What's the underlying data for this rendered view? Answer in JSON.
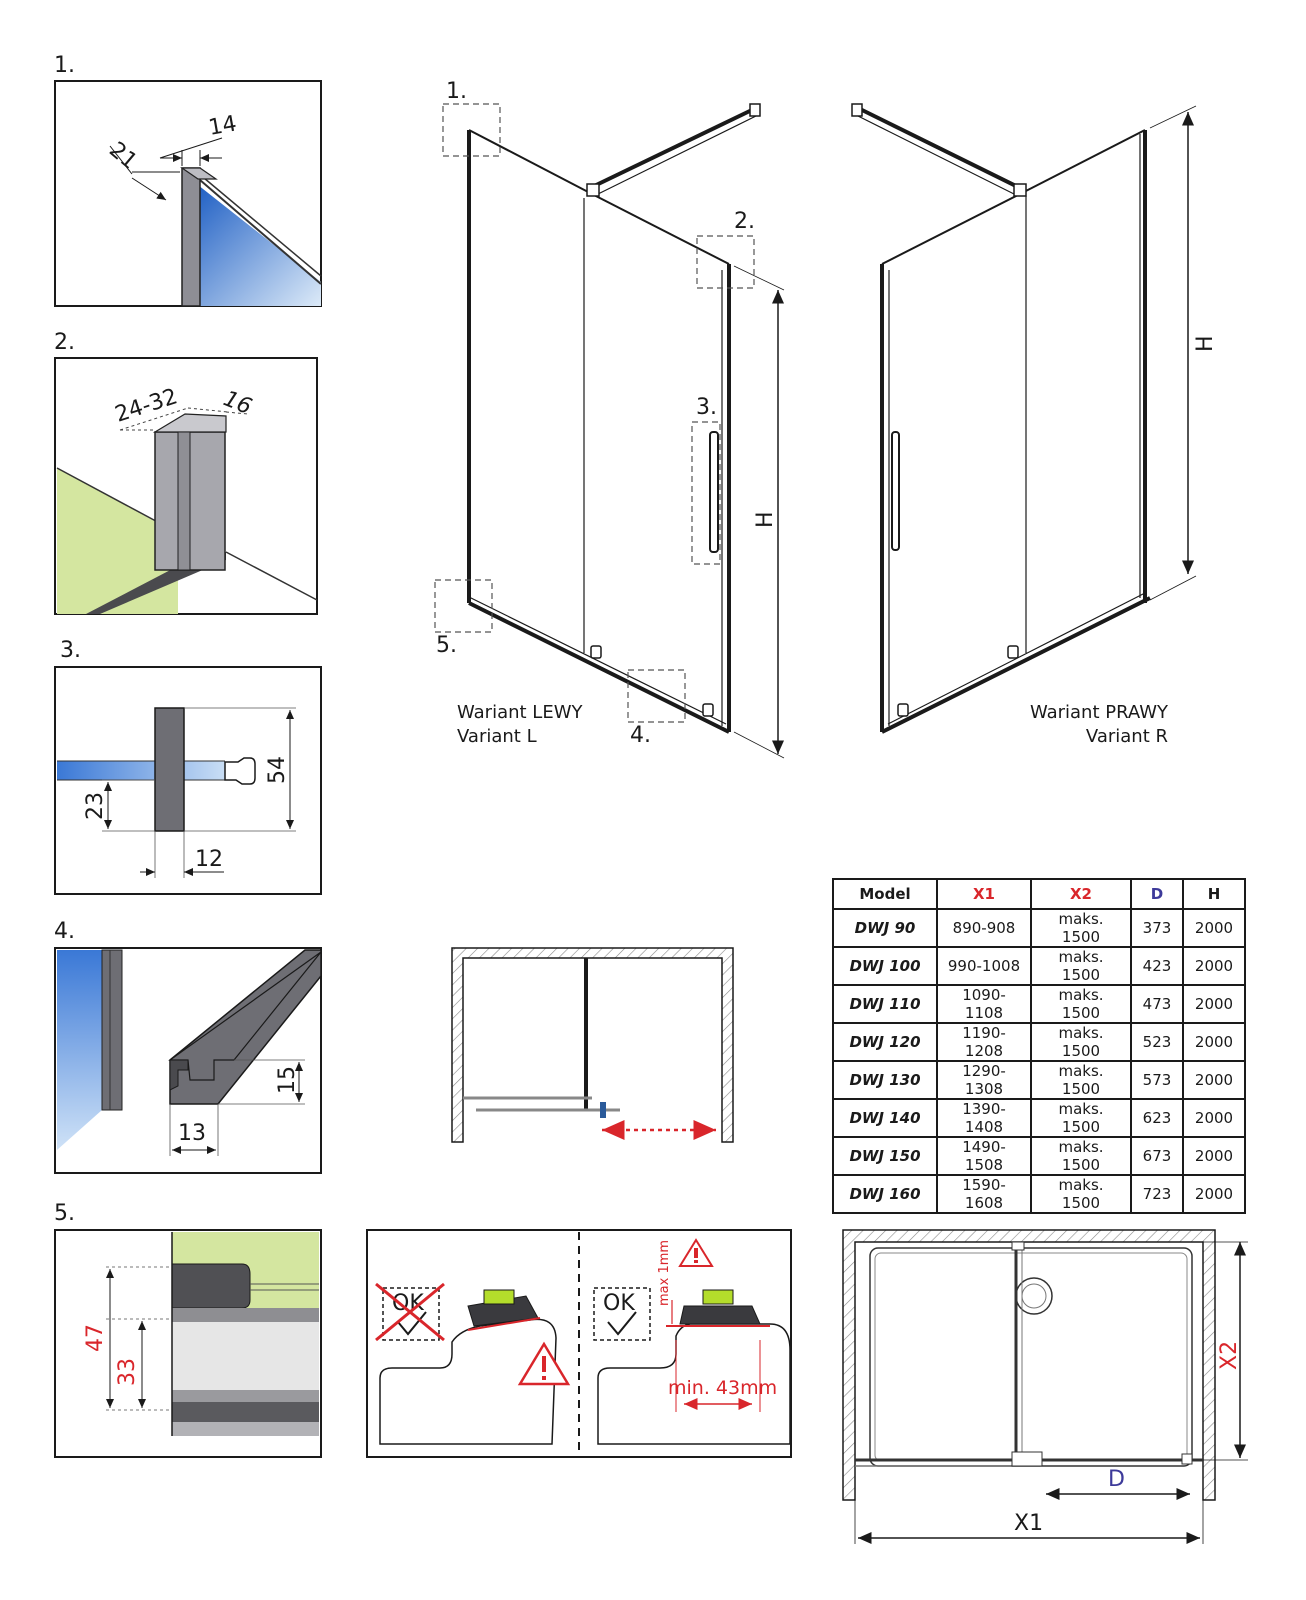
{
  "details": {
    "d1": {
      "label": "1.",
      "dim_a": "14",
      "dim_b": "21"
    },
    "d2": {
      "label": "2.",
      "dim_a": "24-32",
      "dim_b": "16"
    },
    "d3": {
      "label": "3.",
      "dim_a": "54",
      "dim_b": "23",
      "dim_c": "12"
    },
    "d4": {
      "label": "4.",
      "dim_a": "15",
      "dim_b": "13"
    },
    "d5": {
      "label": "5.",
      "dim_a": "47",
      "dim_b": "33"
    }
  },
  "main_drawing": {
    "callouts": [
      "1.",
      "2.",
      "3.",
      "4.",
      "5."
    ],
    "height_label": "H",
    "variant_left_line1": "Wariant LEWY",
    "variant_left_line2": "Variant L",
    "variant_right_line1": "Wariant PRAWY",
    "variant_right_line2": "Variant R"
  },
  "level_panel": {
    "bad_label": "OK",
    "good_label": "OK",
    "max_label": "max 1mm",
    "min_label": "min. 43mm"
  },
  "plan": {
    "x1": "X1",
    "x2": "X2",
    "d": "D"
  },
  "colors": {
    "red": "#d9262b",
    "blue": "#3d3a9a",
    "glass": "#2f6fd0",
    "wall": "#d4e6a0",
    "level": "#b4dd2b"
  },
  "table": {
    "headers": [
      "Model",
      "X1",
      "X2",
      "D",
      "H"
    ],
    "rows": [
      [
        "DWJ 90",
        "890-908",
        "maks. 1500",
        "373",
        "2000"
      ],
      [
        "DWJ 100",
        "990-1008",
        "maks. 1500",
        "423",
        "2000"
      ],
      [
        "DWJ 110",
        "1090-1108",
        "maks. 1500",
        "473",
        "2000"
      ],
      [
        "DWJ 120",
        "1190-1208",
        "maks. 1500",
        "523",
        "2000"
      ],
      [
        "DWJ 130",
        "1290-1308",
        "maks. 1500",
        "573",
        "2000"
      ],
      [
        "DWJ 140",
        "1390-1408",
        "maks. 1500",
        "623",
        "2000"
      ],
      [
        "DWJ 150",
        "1490-1508",
        "maks. 1500",
        "673",
        "2000"
      ],
      [
        "DWJ 160",
        "1590-1608",
        "maks. 1500",
        "723",
        "2000"
      ]
    ]
  }
}
